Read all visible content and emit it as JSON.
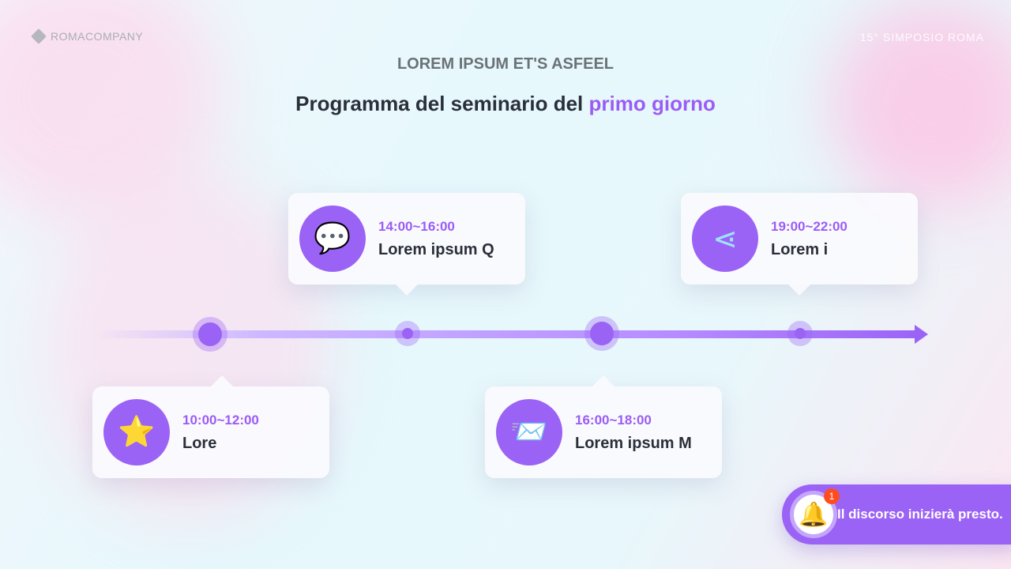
{
  "brand": "ROMACOMPANY",
  "event": "15° SIMPOSIO ROMA",
  "subtitle": "LOREM IPSUM ET'S ASFEEL",
  "title": {
    "main": "Programma del seminario del ",
    "highlight": "primo giorno"
  },
  "accent": "#9b63f5",
  "items": [
    {
      "time": "10:00~12:00",
      "label": "Lore",
      "icon": "bookmark-star-icon"
    },
    {
      "time": "14:00~16:00",
      "label": "Lorem ipsum Q",
      "icon": "chat-bubble-icon"
    },
    {
      "time": "16:00~18:00",
      "label": "Lorem ipsum M",
      "icon": "envelope-icon"
    },
    {
      "time": "19:00~22:00",
      "label": "Lorem i",
      "icon": "share-icon"
    }
  ],
  "toast": {
    "text": "Il discorso inizierà presto.",
    "badge": "1",
    "icon": "bell-icon"
  }
}
